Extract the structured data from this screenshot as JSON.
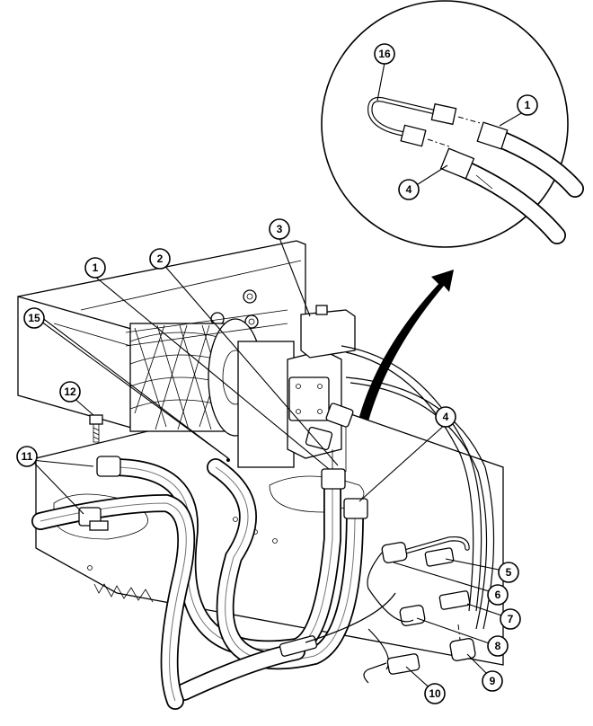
{
  "callouts": {
    "c1_inset": "1",
    "c4_inset": "4",
    "c16": "16",
    "c1": "1",
    "c2": "2",
    "c3": "3",
    "c4": "4",
    "c5": "5",
    "c6": "6",
    "c7": "7",
    "c8": "8",
    "c9": "9",
    "c10": "10",
    "c11": "11",
    "c12": "12",
    "c15": "15"
  }
}
